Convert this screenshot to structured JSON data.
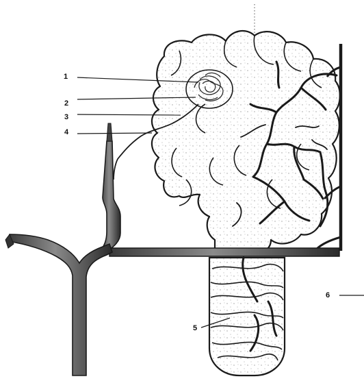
{
  "labels": {
    "l1": "1",
    "l2": "2",
    "l3": "3",
    "l4": "4",
    "l5": "5",
    "l6": "6"
  },
  "colors": {
    "ink": "#1a1a1a",
    "vessel_fill": "#6e6e6e",
    "stipple": "#9a9a9a",
    "background": "#ffffff"
  }
}
